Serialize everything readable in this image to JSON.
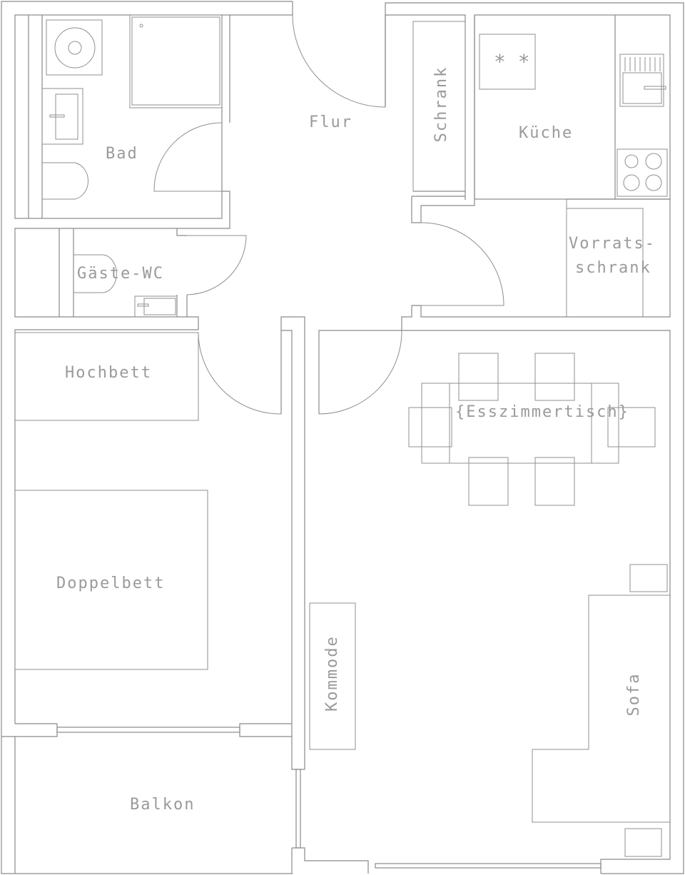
{
  "floorplan": {
    "stroke_color": "#8a8a8a",
    "label_color": "#9a9a9a",
    "rooms": {
      "bad": "Bad",
      "flur": "Flur",
      "kueche": "Küche",
      "gaeste_wc": "Gäste-WC",
      "balkon": "Balkon"
    },
    "furniture": {
      "schrank": "Schrank",
      "vorratsschrank_line1": "Vorrats-",
      "vorratsschrank_line2": "schrank",
      "hochbett": "Hochbett",
      "doppelbett": "Doppelbett",
      "esszimmertisch": "{Esszimmertisch}",
      "kommode": "Kommode",
      "sofa": "Sofa"
    }
  }
}
